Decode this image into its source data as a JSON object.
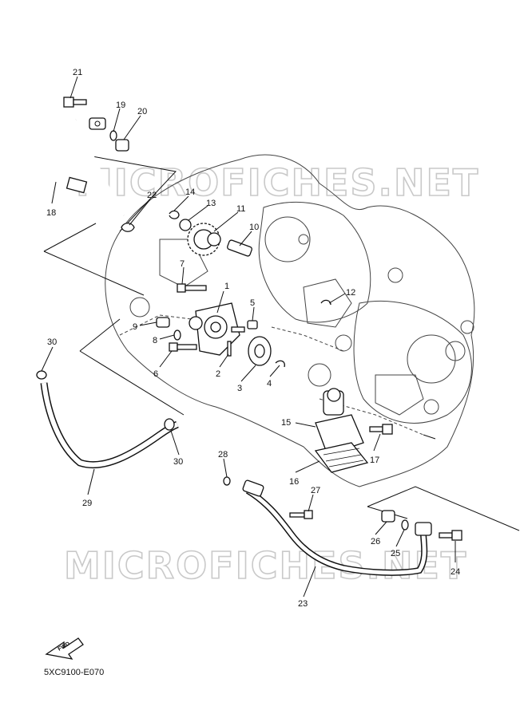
{
  "watermark": "MICROFICHES.NET",
  "diagram_code": "5XC9100-E070",
  "fwd_label": "FWD",
  "callouts": [
    "1",
    "2",
    "3",
    "4",
    "5",
    "6",
    "7",
    "8",
    "9",
    "10",
    "11",
    "12",
    "13",
    "14",
    "15",
    "16",
    "17",
    "18",
    "19",
    "20",
    "21",
    "22",
    "23",
    "24",
    "25",
    "26",
    "27",
    "28",
    "29",
    "30",
    "30"
  ]
}
